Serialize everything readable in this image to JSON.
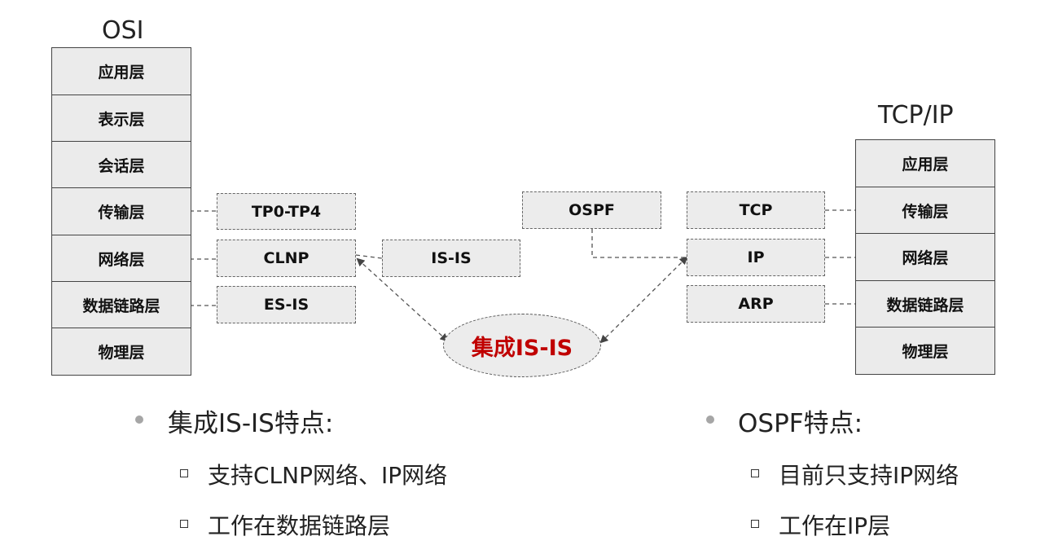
{
  "osi": {
    "title": "OSI",
    "layers": [
      "应用层",
      "表示层",
      "会话层",
      "传输层",
      "网络层",
      "数据链路层",
      "物理层"
    ]
  },
  "tcpip": {
    "title": "TCP/IP",
    "layers": [
      "应用层",
      "传输层",
      "网络层",
      "数据链路层",
      "物理层"
    ]
  },
  "protocols": {
    "tp0_tp4": "TP0-TP4",
    "clnp": "CLNP",
    "es_is": "ES-IS",
    "is_is": "IS-IS",
    "ospf": "OSPF",
    "tcp": "TCP",
    "ip": "IP",
    "arp": "ARP"
  },
  "integrated": "集成IS-IS",
  "left_notes": {
    "heading": "集成IS-IS特点:",
    "items": [
      "支持CLNP网络、IP网络",
      "工作在数据链路层"
    ]
  },
  "right_notes": {
    "heading": "OSPF特点:",
    "items": [
      "目前只支持IP网络",
      "工作在IP层"
    ]
  }
}
